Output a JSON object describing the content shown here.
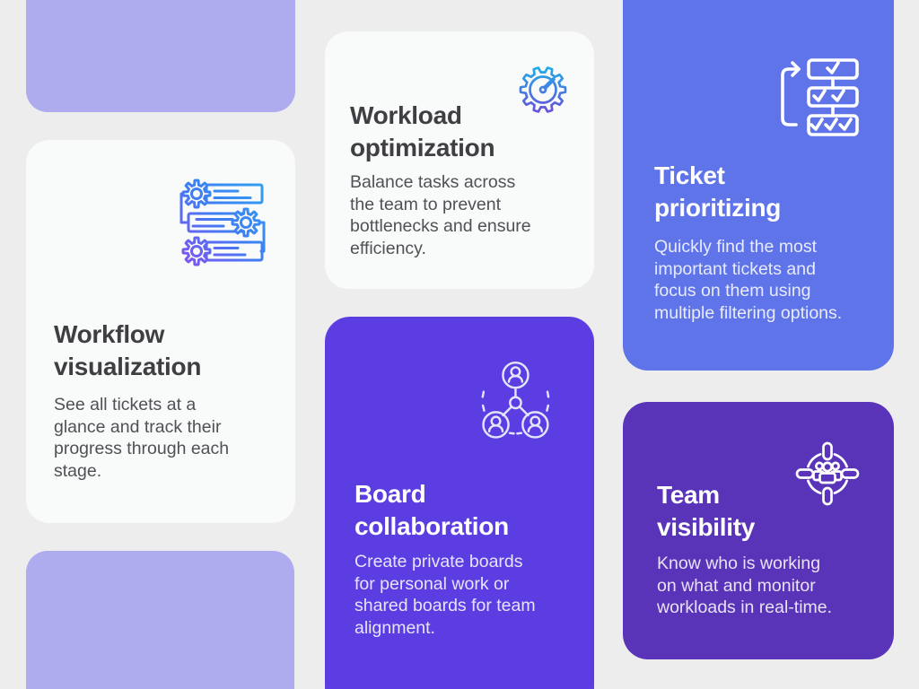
{
  "page": {
    "background_color": "#eeeded",
    "decor_block_color": "#aeabee",
    "light_card_color": "#f9fafa",
    "title_color_light_cards": "#3e3e43",
    "body_color_light_cards": "#505156",
    "icon_gradient_blue": "#2ea7f2",
    "icon_gradient_purple": "#8b4df2",
    "icon_gradient_cyan": "#17b8e6",
    "icon_gradient_violet": "#6d49da"
  },
  "cards": [
    {
      "id": "workflow-visualization",
      "title": "Workflow\nvisualization",
      "body": "See all tickets at a\nglance and track their\nprogress through each\nstage.",
      "icon": "tickets-gears-icon",
      "background": "#f9fafa"
    },
    {
      "id": "workload-optimization",
      "title": "Workload\noptimization",
      "body": "Balance tasks across\nthe team to prevent\nbottlenecks and ensure\nefficiency.",
      "icon": "gear-gauge-icon",
      "background": "#f9fafa"
    },
    {
      "id": "ticket-prioritizing",
      "title": "Ticket\nprioritizing",
      "body": "Quickly find the most\nimportant tickets and\nfocus on them using\nmultiple filtering options.",
      "icon": "checklist-flow-icon",
      "background": "#5f74e8"
    },
    {
      "id": "board-collaboration",
      "title": "Board\ncollaboration",
      "body": "Create private boards\nfor personal work or\nshared boards for team\nalignment.",
      "icon": "people-network-icon",
      "background": "#5b3de1"
    },
    {
      "id": "team-visibility",
      "title": "Team\nvisibility",
      "body": "Know who is working\non what and monitor\nworkloads in real-time.",
      "icon": "people-target-icon",
      "background": "#5a34b8"
    }
  ]
}
